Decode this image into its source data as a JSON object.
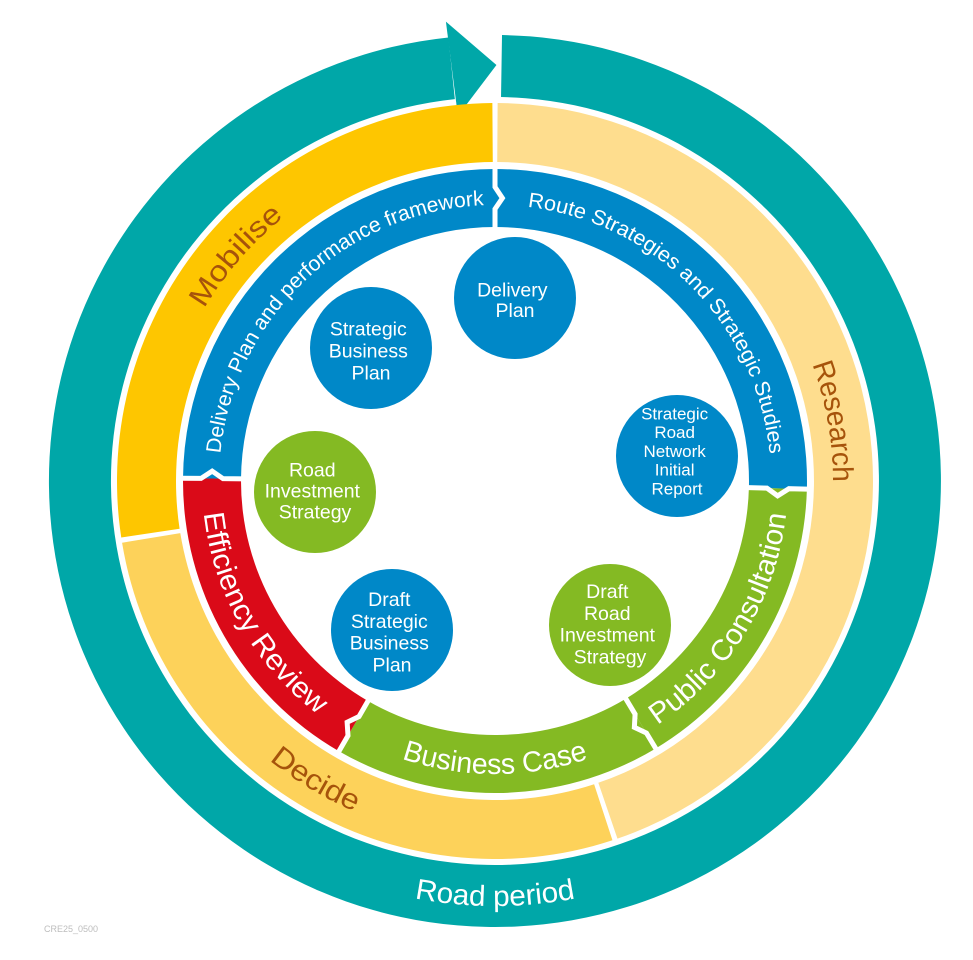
{
  "outer_ring": {
    "label": "Road period",
    "color": "#00A7A8",
    "icon": "cycle-arrow-icon"
  },
  "phase_label_color": "#A6530B",
  "phase_ring": [
    {
      "label": "Research",
      "color": "#FEDD8E"
    },
    {
      "label": "Decide",
      "color": "#FDD25A"
    },
    {
      "label": "Mobilise",
      "color": "#FEC600"
    }
  ],
  "process_ring": [
    {
      "label": "Route Strategies and Strategic Studies",
      "color": "#0088C8"
    },
    {
      "label": "Public Consultation",
      "color": "#84BA23"
    },
    {
      "label": "Business Case",
      "color": "#84BA23"
    },
    {
      "label": "Efficiency Review",
      "color": "#DA0A18"
    },
    {
      "label": "Delivery Plan and performance framework",
      "color": "#0088C8"
    }
  ],
  "outputs": [
    {
      "lines": [
        "Delivery",
        "Plan"
      ],
      "color": "#0088C8"
    },
    {
      "lines": [
        "Strategic",
        "Business",
        "Plan"
      ],
      "color": "#0088C8"
    },
    {
      "lines": [
        "Strategic",
        "Road",
        "Network",
        "Initial",
        "Report"
      ],
      "color": "#0088C8"
    },
    {
      "lines": [
        "Road",
        "Investment",
        "Strategy"
      ],
      "color": "#84BA23"
    },
    {
      "lines": [
        "Draft",
        "Strategic",
        "Business",
        "Plan"
      ],
      "color": "#0088C8"
    },
    {
      "lines": [
        "Draft",
        "Road",
        "Investment",
        "Strategy"
      ],
      "color": "#84BA23"
    }
  ],
  "footer": {
    "code": "CRE25_0500"
  }
}
